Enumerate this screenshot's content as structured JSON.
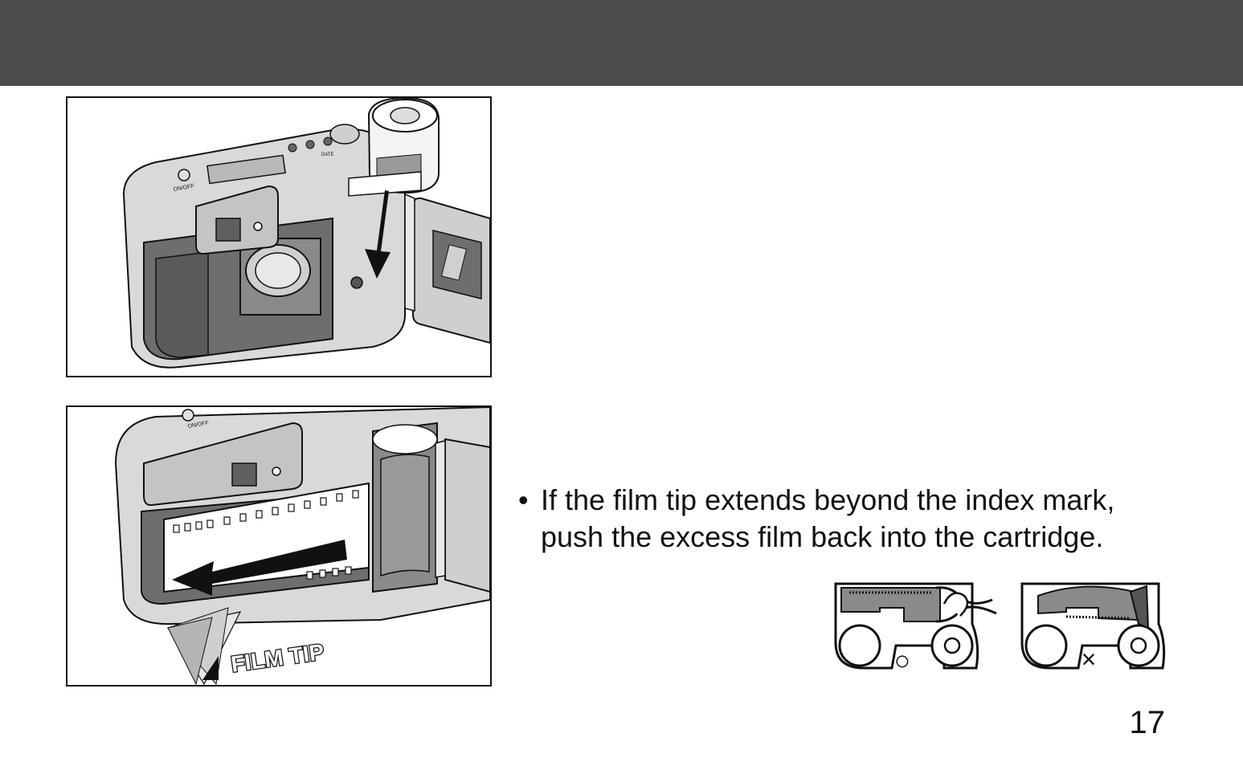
{
  "figures": {
    "loading": {
      "caption": ""
    },
    "film_tip": {
      "label": "FILM TIP",
      "button_label": "ON/OFF"
    },
    "loading_buttons": {
      "onoff": "ON/OFF",
      "date": "DATE"
    }
  },
  "instruction": {
    "bullet": "•",
    "line1": "If the film tip extends beyond the index mark,",
    "line2": "push the excess film back into the cartridge."
  },
  "correct_mark": "○",
  "wrong_mark": "×",
  "page_number": "17",
  "colors": {
    "header": "#4d4d4d",
    "camera_body": "#d9d9d9",
    "camera_dark": "#6e6e6e",
    "ink": "#111111"
  }
}
